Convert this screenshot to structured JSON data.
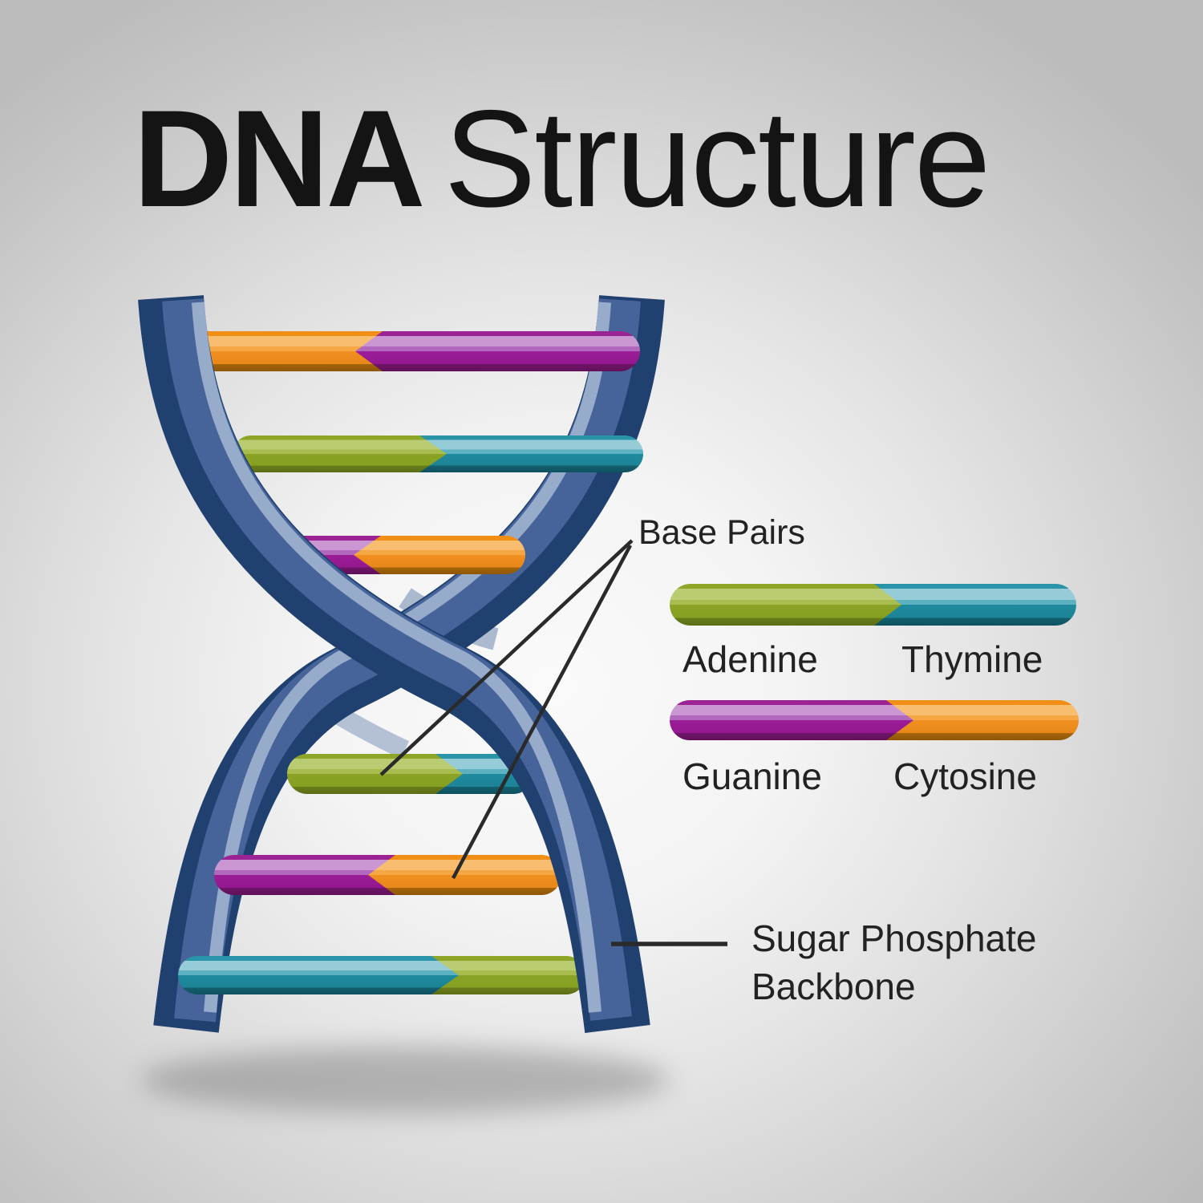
{
  "title": {
    "word_bold": "DNA",
    "word_regular": "Structure"
  },
  "labels": {
    "base_pairs": "Base Pairs",
    "backbone_line1": "Sugar Phosphate",
    "backbone_line2": "Backbone"
  },
  "legend": {
    "pairs": [
      {
        "left_label": "Adenine",
        "right_label": "Thymine"
      },
      {
        "left_label": "Guanine",
        "right_label": "Cytosine"
      }
    ]
  },
  "colors": {
    "adenine_green": "#8aa326",
    "thymine_teal": "#1f8a9e",
    "guanine_purple": "#9c1d98",
    "cytosine_orange": "#f19021",
    "backbone_blue": "#47649a",
    "backbone_dark_blue": "#20406f",
    "backbone_highlight": "#97abcb",
    "background_gray": "#bcbcbc",
    "text_black": "#1a1a1a"
  },
  "helix": {
    "strands": 2,
    "rungs": [
      {
        "left": "cytosine_orange",
        "right": "guanine_purple"
      },
      {
        "left": "adenine_green",
        "right": "thymine_teal"
      },
      {
        "left": "guanine_purple",
        "right": "cytosine_orange"
      },
      {
        "left": "adenine_green",
        "right": "thymine_teal"
      },
      {
        "left": "guanine_purple",
        "right": "cytosine_orange"
      },
      {
        "left": "thymine_teal",
        "right": "adenine_green"
      }
    ]
  }
}
